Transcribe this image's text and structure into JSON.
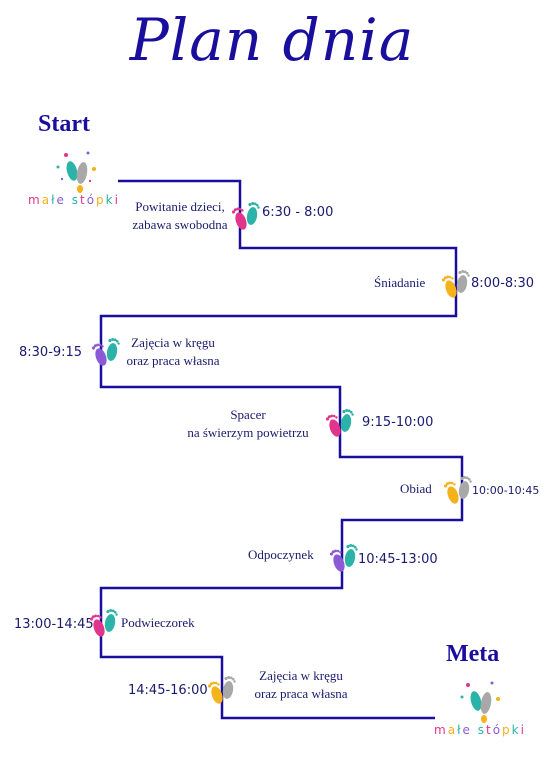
{
  "title": "Plan dnia",
  "start_label": "Start",
  "meta_label": "Meta",
  "logo": {
    "letters": [
      "m",
      "a",
      "ł",
      "e",
      " ",
      "s",
      "t",
      "ó",
      "p",
      "k",
      "i"
    ],
    "colors": [
      "#e0358a",
      "#f4b21b",
      "#2bb3a8",
      "#8b5ad6",
      "#ffffff",
      "#2bb3a8",
      "#e0358a",
      "#8b5ad6",
      "#f4b21b",
      "#2bb3a8",
      "#e0358a"
    ]
  },
  "colors": {
    "line": "#1a0f9c",
    "pink": "#e0358a",
    "teal": "#2bb3a8",
    "gray": "#a8a8a8",
    "yellow": "#f4b21b",
    "purple": "#8b5ad6"
  },
  "steps": [
    {
      "activity_line1": "Powitanie dzieci,",
      "activity_line2": "zabawa swobodna",
      "time": "6:30 - 8:00"
    },
    {
      "activity_line1": "Śniadanie",
      "activity_line2": "",
      "time": "8:00-8:30"
    },
    {
      "activity_line1": "Zajęcia w kręgu",
      "activity_line2": "oraz praca własna",
      "time": "8:30-9:15"
    },
    {
      "activity_line1": "Spacer",
      "activity_line2": "na świerzym powietrzu",
      "time": "9:15-10:00"
    },
    {
      "activity_line1": "Obiad",
      "activity_line2": "",
      "time": "10:00-10:45"
    },
    {
      "activity_line1": "Odpoczynek",
      "activity_line2": "",
      "time": "10:45-13:00"
    },
    {
      "activity_line1": "Podwieczorek",
      "activity_line2": "",
      "time": "13:00-14:45"
    },
    {
      "activity_line1": "Zajęcia w kręgu",
      "activity_line2": "oraz praca własna",
      "time": "14:45-16:00"
    }
  ]
}
